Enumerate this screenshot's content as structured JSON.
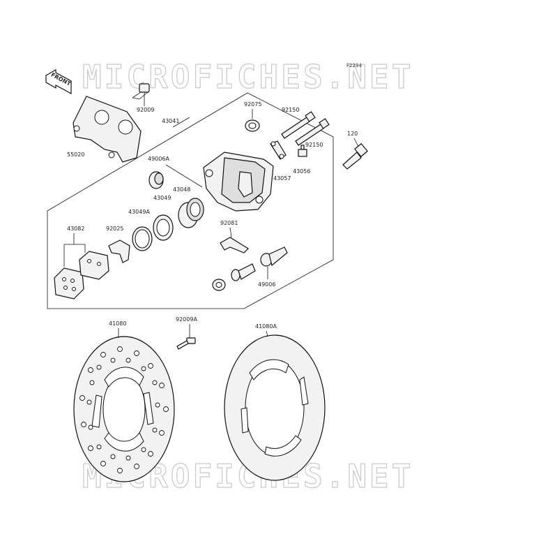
{
  "watermarks": [
    "MICROFICHES.NET",
    "MICROFICHES.NET"
  ],
  "diagram_code": "F2294",
  "front_arrow": "FRONT",
  "parts": {
    "p55020": "55020",
    "p92009": "92009",
    "p43041": "43041",
    "p92075": "92075",
    "p92150a": "92150",
    "p92150b": "92150",
    "p120": "120",
    "p43056": "43056",
    "p43057": "43057",
    "p49006A": "49006A",
    "p43048": "43048",
    "p43049": "43049",
    "p43049A": "43049A",
    "p43082": "43082",
    "p92025": "92025",
    "p92081": "92081",
    "p49006": "49006",
    "p41080": "41080",
    "p92009A": "92009A",
    "p41080A": "41080A"
  }
}
